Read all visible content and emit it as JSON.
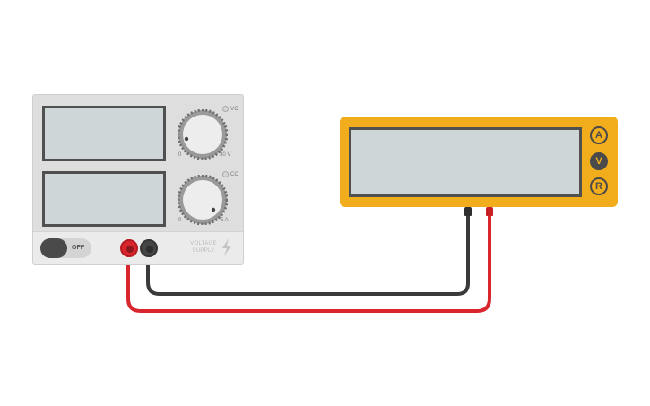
{
  "power_supply": {
    "voltage_indicator": "VC",
    "current_indicator": "CC",
    "voltage_scale_min": "0",
    "voltage_scale_max": "30 V",
    "current_scale_min": "0",
    "current_scale_max": "5 A",
    "power_switch_label": "OFF",
    "brand_line1": "VOLTAGE",
    "brand_line2": "SUPPLY",
    "icon": "lightning-bolt-icon"
  },
  "multimeter": {
    "modes": [
      "A",
      "V",
      "R"
    ],
    "active_mode": "V",
    "body_color": "#f1ad1c"
  },
  "wires": {
    "positive_color": "#d8262c",
    "negative_color": "#3a3a3a"
  }
}
